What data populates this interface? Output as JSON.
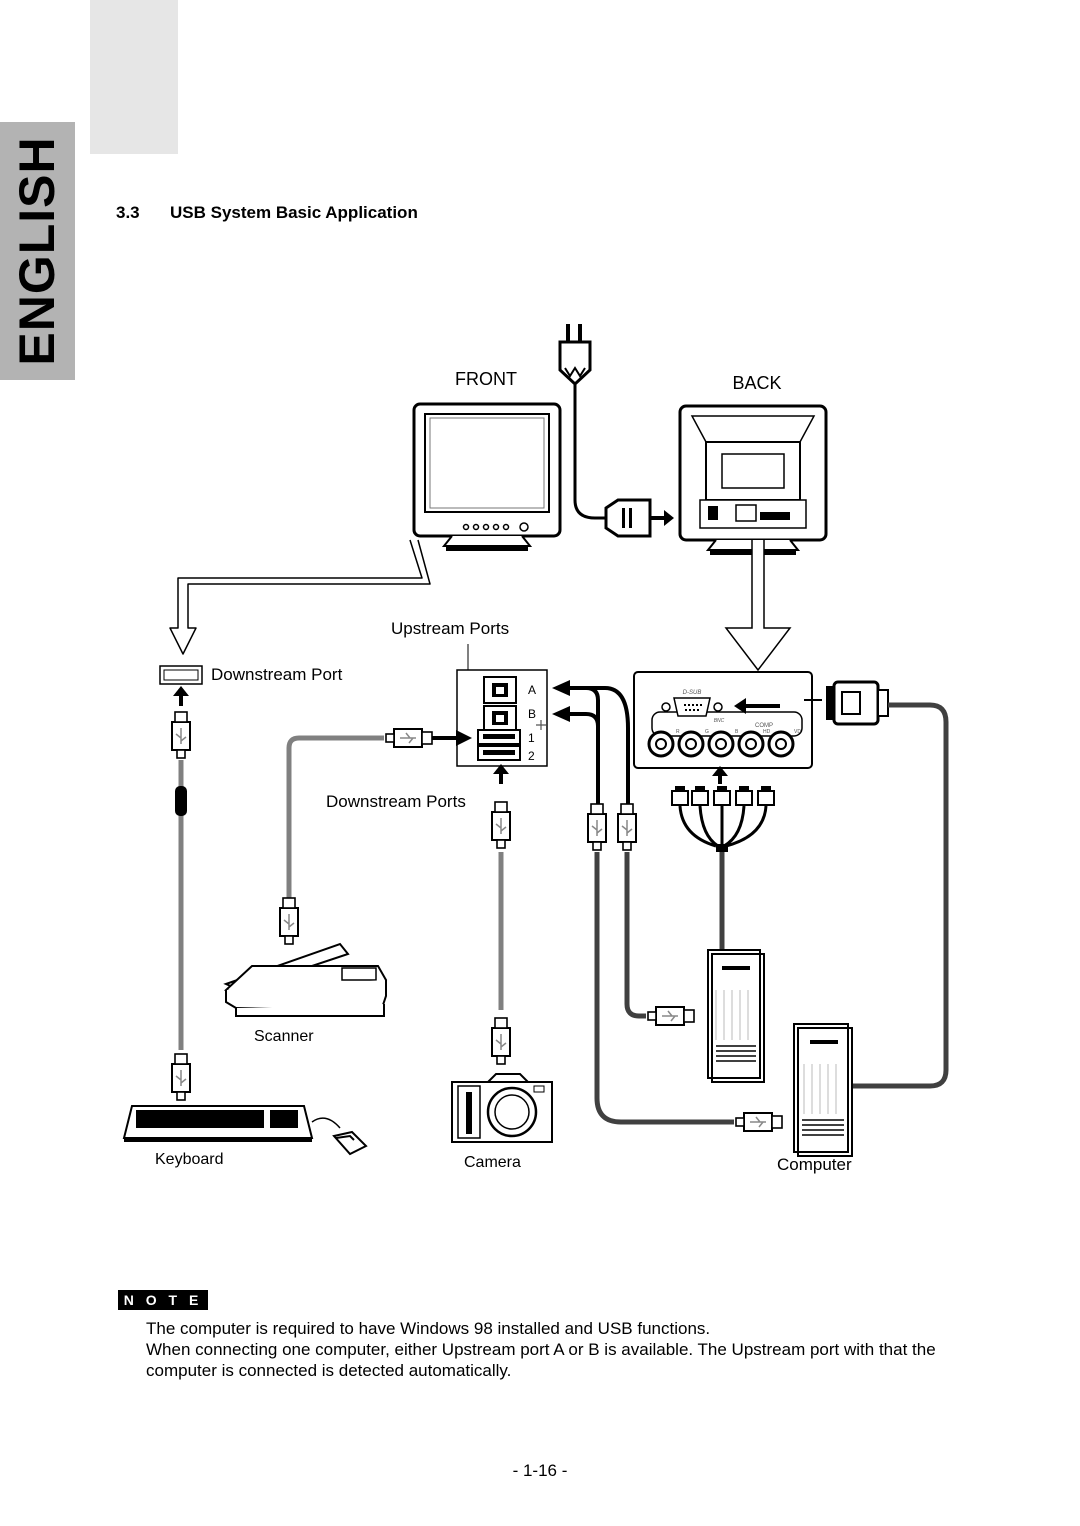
{
  "sidebar": {
    "language_label": "ENGLISH"
  },
  "section": {
    "number": "3.3",
    "title": "USB System Basic Application"
  },
  "diagram": {
    "front_label": "FRONT",
    "back_label": "BACK",
    "upstream_ports_label": "Upstream Ports",
    "downstream_port_label": "Downstream Port",
    "downstream_ports_label": "Downstream Ports",
    "port_a": "A",
    "port_b": "B",
    "port_1": "1",
    "port_2": "2",
    "dsub_label": "D-SUB",
    "bnc_label": "BNC",
    "comp_label": "COMP",
    "bnc_r": "R",
    "bnc_g": "G",
    "bnc_b": "B",
    "bnc_hd": "HD",
    "bnc_vd": "VD",
    "scanner_label": "Scanner",
    "keyboard_label": "Keyboard",
    "camera_label": "Camera",
    "computer_label": "Computer"
  },
  "note": {
    "badge": "N O T E",
    "line1": "The computer is required to have Windows 98 installed and USB functions.",
    "line2": "When connecting one computer, either Upstream port A or B is available.  The Upstream port with that the computer is connected is detected automatically."
  },
  "footer": {
    "page_number": "- 1-16 -"
  }
}
